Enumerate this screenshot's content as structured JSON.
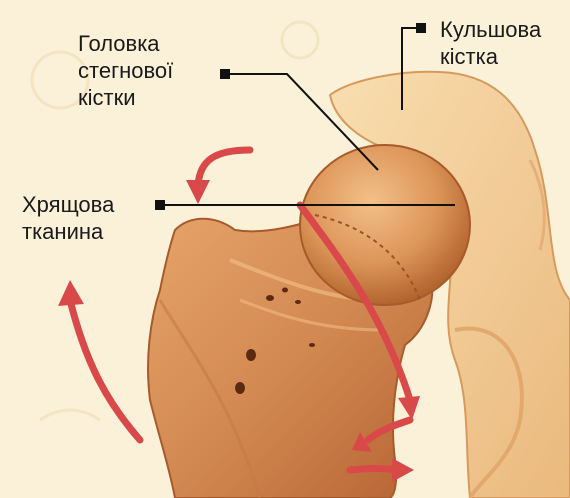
{
  "labels": {
    "femoral_head": "Головка\nстегнової\nкістки",
    "hip_bone": "Кульшова\nкістка",
    "cartilage": "Хрящова\nтканина"
  },
  "colors": {
    "background": "#fbf1d9",
    "bone_light": "#e9a86c",
    "bone_dark": "#b86a38",
    "hip_bone": "#f4cf98",
    "arrow": "#d9494a",
    "leader_line": "#111111"
  }
}
